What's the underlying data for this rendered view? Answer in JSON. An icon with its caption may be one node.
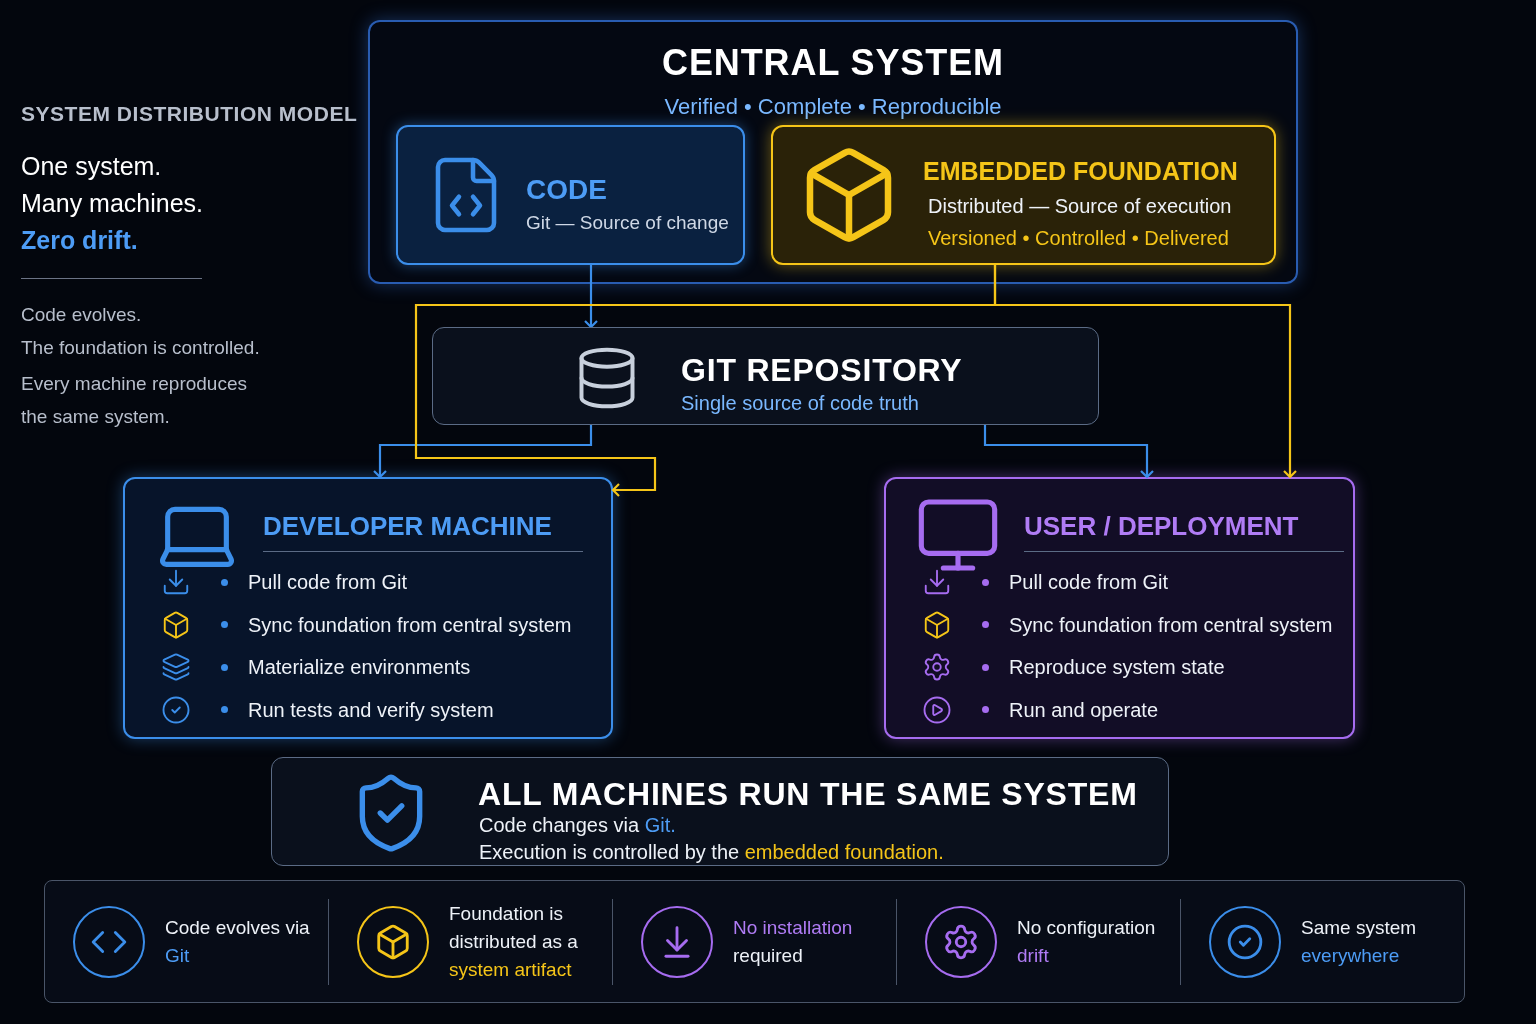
{
  "diagram": {
    "nodes": [
      {
        "text": [
          "CENTRAL SYSTEM",
          "Verified • Complete • Reproducible"
        ]
      },
      {
        "text": [
          "CODE",
          "Git — Source of change"
        ],
        "in": 0
      },
      {
        "text": [
          "EMBEDDED FOUNDATION",
          "Distributed — Source of execution",
          "Versioned • Controlled • Delivered"
        ],
        "in": 0
      },
      {
        "text": [
          "GIT REPOSITORY",
          "Single source of code truth"
        ]
      },
      {
        "text": [
          "DEVELOPER MACHINE",
          "Pull code from Git",
          "Sync foundation from central system",
          "Materialize environments",
          "Run tests and verify system"
        ]
      },
      {
        "text": [
          "USER / DEPLOYMENT",
          "Pull code from Git",
          "Sync foundation from central system",
          "Reproduce system state",
          "Run and operate"
        ]
      },
      {
        "text": [
          "ALL MACHINES RUN THE SAME SYSTEM",
          "Code changes via **Git.**",
          "Execution is controlled by the **embedded foundation.**"
        ]
      },
      {
        "text": [
          "Code evolves via **Git**",
          "Foundation is distributed as a **system artifact**",
          "**No installation** required",
          "No configuration **drift**",
          "Same system **everywhere**"
        ]
      }
    ],
    "edges": [
      {
        "from": 1,
        "to": 3,
        "arrow": "to"
      },
      {
        "from": 3,
        "to": 4,
        "arrow": "to"
      },
      {
        "from": 3,
        "to": 5,
        "arrow": "to"
      },
      {
        "from": 2,
        "to": 4,
        "arrow": "to",
        "color": "#f5c518"
      },
      {
        "from": 2,
        "to": 5,
        "arrow": "to",
        "color": "#f5c518"
      }
    ],
    "labels": [
      "SYSTEM DISTRIBUTION MODEL",
      "One system.",
      "Many machines.",
      "Zero drift.",
      "Code evolves.",
      "The foundation is controlled.",
      "Every machine reproduces the same system."
    ]
  }
}
